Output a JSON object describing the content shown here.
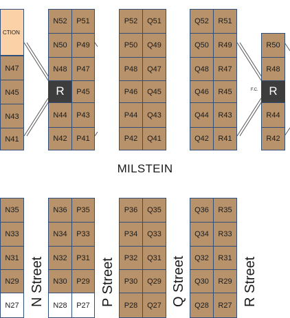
{
  "hall_label": "MILSTEIN",
  "feature_label": "CTION",
  "fc_label": "F.C.",
  "r_label_left": "R",
  "r_label_right": "R",
  "streets": [
    "N Street",
    "P Street",
    "Q Street",
    "R Street"
  ],
  "colors": {
    "booth": "#b8926a",
    "booth_border": "#2f4f7a",
    "feature": "#fbd2a8",
    "r_block": "#3d3d3d"
  },
  "top_booths": [
    [
      "N47",
      "N45",
      "N43",
      "N41"
    ],
    [
      "N52",
      "N50",
      "N48",
      "N44",
      "N42"
    ],
    [
      "P51",
      "P49",
      "P47",
      "P45",
      "P43",
      "P41"
    ],
    [
      "P52",
      "P50",
      "P48",
      "P46",
      "P44",
      "P42"
    ],
    [
      "Q51",
      "Q49",
      "Q47",
      "Q45",
      "Q43",
      "Q41"
    ],
    [
      "Q52",
      "Q50",
      "Q48",
      "Q46",
      "Q44",
      "Q42"
    ],
    [
      "R51",
      "R49",
      "R47",
      "R45",
      "R43",
      "R41"
    ],
    [
      "R50",
      "R48",
      "R44",
      "R42"
    ]
  ],
  "bottom_booths": [
    [
      "N35",
      "N33",
      "N31",
      "N29",
      "N27"
    ],
    [
      "N36",
      "N34",
      "N32",
      "N30",
      "N28"
    ],
    [
      "P35",
      "P33",
      "P31",
      "P29",
      "P27"
    ],
    [
      "P36",
      "P34",
      "P32",
      "P30",
      "P28"
    ],
    [
      "Q35",
      "Q33",
      "Q31",
      "Q29",
      "Q27"
    ],
    [
      "Q36",
      "Q34",
      "Q32",
      "Q30",
      "Q28"
    ],
    [
      "R35",
      "R33",
      "R31",
      "R29",
      "R27"
    ]
  ]
}
